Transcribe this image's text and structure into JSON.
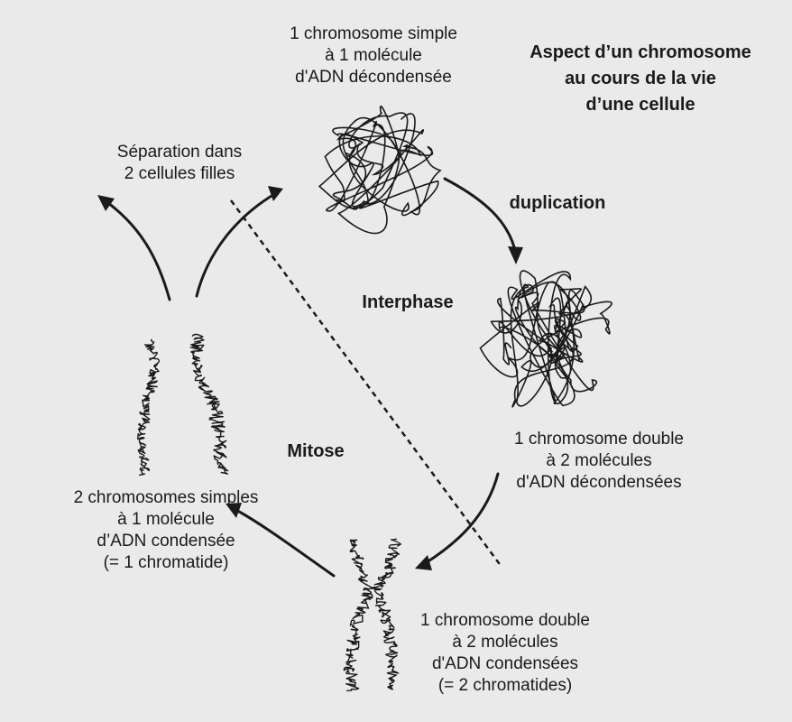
{
  "title": "Aspect d’un chromosome\nau cours de la vie\nd’une cellule",
  "phases": {
    "interphase": "Interphase",
    "mitose": "Mitose"
  },
  "steps": {
    "duplication": "duplication",
    "separation": "Séparation dans\n2 cellules filles"
  },
  "stages": {
    "simple_decondensed": "1 chromosome simple\nà 1 molécule\nd'ADN décondensée",
    "double_decondensed": "1 chromosome double\nà 2 molécules\nd'ADN décondensées",
    "double_condensed": "1 chromosome double\nà 2 molécules\nd'ADN condensées\n(= 2 chromatides)",
    "simples_condensed": "2 chromosomes simples\nà 1 molécule\nd’ADN condensée\n(= 1 chromatide)"
  },
  "colors": {
    "background": "#e9eae9",
    "ink": "#1a1a1a"
  }
}
